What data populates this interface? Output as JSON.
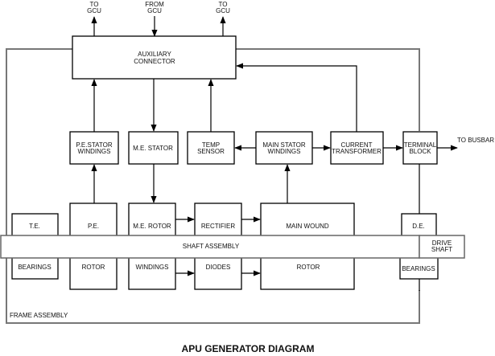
{
  "title": "APU GENERATOR DIAGRAM",
  "frame_label": "FRAME ASSEMBLY",
  "external": {
    "to_gcu_left": [
      "TO",
      "GCU"
    ],
    "from_gcu": [
      "FROM",
      "GCU"
    ],
    "to_gcu_right": [
      "TO",
      "GCU"
    ],
    "to_busbar": "TO BUSBAR"
  },
  "blocks": {
    "aux_connector": [
      "AUXILIARY",
      "CONNECTOR"
    ],
    "pe_stator": [
      "P.E.STATOR",
      "WINDINGS"
    ],
    "me_stator": [
      "M.E. STATOR"
    ],
    "temp_sensor": [
      "TEMP",
      "SENSOR"
    ],
    "main_stator": [
      "MAIN STATOR",
      "WINDINGS"
    ],
    "current_transformer": [
      "CURRENT",
      "TRANSFORMER"
    ],
    "terminal_block": [
      "TERMINAL",
      "BLOCK"
    ],
    "te_top": "T.E.",
    "te_bottom": "BEARINGS",
    "pe_top": "P.E.",
    "pe_bottom": "ROTOR",
    "me_rotor_top": "M.E. ROTOR",
    "me_rotor_bottom": "WINDINGS",
    "rectifier_top": "RECTIFIER",
    "rectifier_bottom": "DIODES",
    "main_wound_top": "MAIN WOUND",
    "main_wound_bottom": "ROTOR",
    "de_top": "D.E.",
    "de_bottom": "BEARINGS",
    "shaft_assembly": "SHAFT ASSEMBLY",
    "drive_shaft": [
      "DRIVE",
      "SHAFT"
    ]
  }
}
